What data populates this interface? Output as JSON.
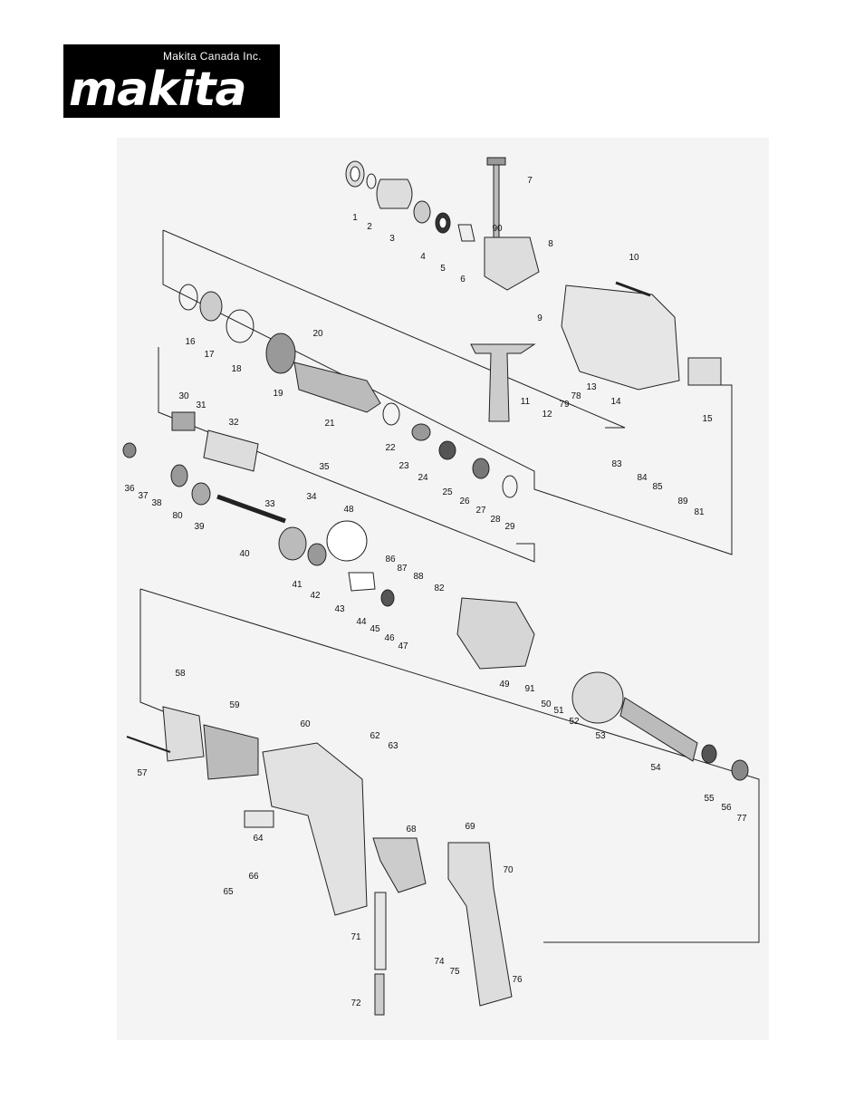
{
  "brand": {
    "company_line": "Makita Canada Inc.",
    "wordmark": "makita"
  },
  "diagram": {
    "part_labels": [
      "1",
      "2",
      "3",
      "4",
      "5",
      "6",
      "7",
      "8",
      "9",
      "10",
      "11",
      "12",
      "13",
      "14",
      "15",
      "16",
      "17",
      "18",
      "19",
      "20",
      "21",
      "22",
      "23",
      "24",
      "25",
      "26",
      "27",
      "28",
      "29",
      "30",
      "31",
      "32",
      "33",
      "34",
      "35",
      "36",
      "37",
      "38",
      "39",
      "40",
      "41",
      "42",
      "43",
      "44",
      "45",
      "46",
      "47",
      "48",
      "49",
      "50",
      "51",
      "52",
      "53",
      "54",
      "55",
      "56",
      "57",
      "58",
      "59",
      "60",
      "62",
      "63",
      "64",
      "65",
      "66",
      "68",
      "69",
      "70",
      "71",
      "72",
      "74",
      "75",
      "76",
      "77",
      "78",
      "79",
      "80",
      "81",
      "82",
      "83",
      "84",
      "85",
      "86",
      "87",
      "88",
      "89",
      "90",
      "91"
    ]
  }
}
